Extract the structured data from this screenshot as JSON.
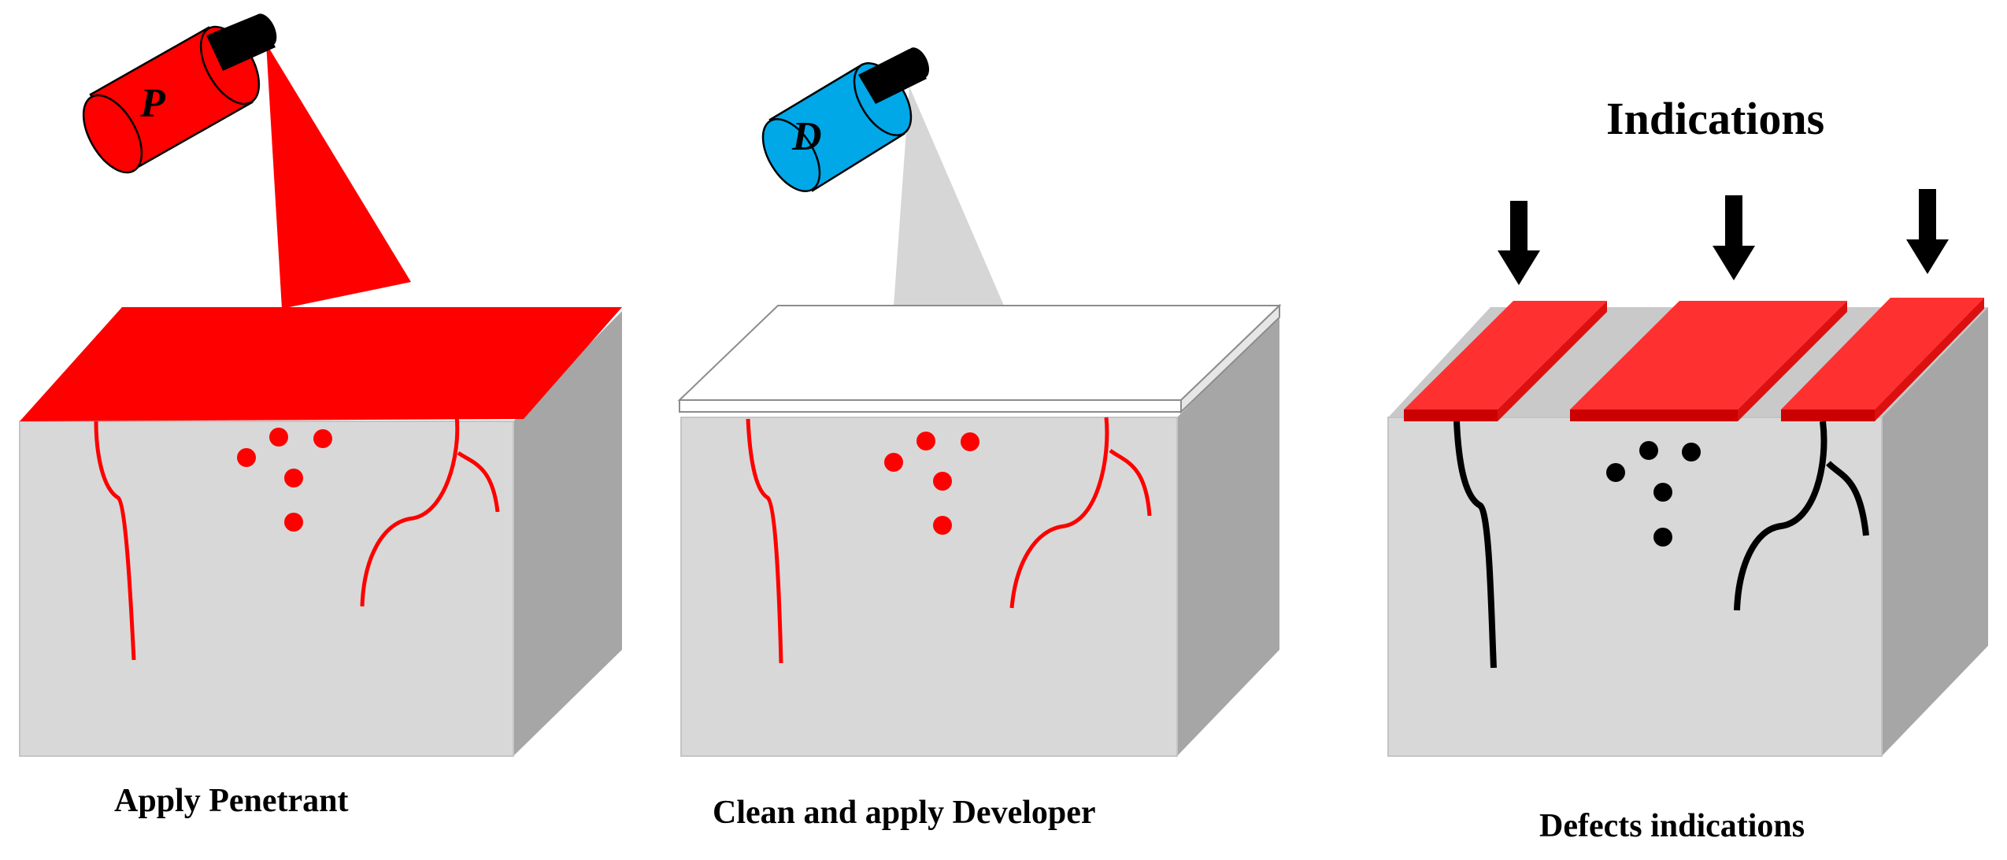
{
  "panels": [
    {
      "caption": "Apply Penetrant",
      "can_letter": "P"
    },
    {
      "caption": "Clean and apply Developer",
      "can_letter": "D"
    },
    {
      "caption": "Defects indications",
      "heading": "Indications"
    }
  ],
  "colors": {
    "block_front": "#d8d8d8",
    "block_side": "#a6a6a6",
    "block_top": "#c9c9c9",
    "penetrant": "#ff0000",
    "indication": "#ff3030",
    "indication_edge": "#cc0000",
    "developer_can": "#00a8e8",
    "developer_spray": "#d6d6d6",
    "developer_layer": "#ffffff",
    "defect_black": "#000000",
    "nozzle": "#000000"
  }
}
